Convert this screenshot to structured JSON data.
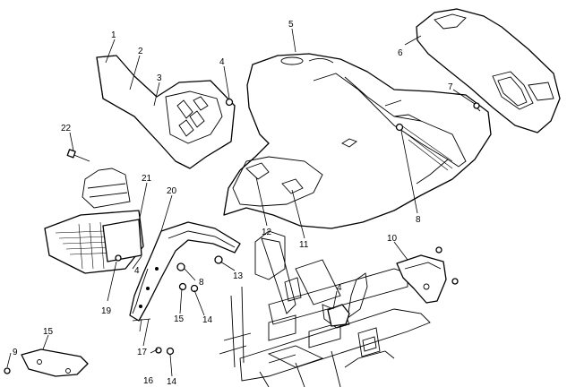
{
  "callouts": [
    {
      "id": "c1",
      "text": "1"
    },
    {
      "id": "c2",
      "text": "2"
    },
    {
      "id": "c3",
      "text": "3"
    },
    {
      "id": "c4a",
      "text": "4"
    },
    {
      "id": "c5",
      "text": "5"
    },
    {
      "id": "c6",
      "text": "6"
    },
    {
      "id": "c7",
      "text": "7"
    },
    {
      "id": "c22",
      "text": "22"
    },
    {
      "id": "c21",
      "text": "21"
    },
    {
      "id": "c20",
      "text": "20"
    },
    {
      "id": "c12",
      "text": "12"
    },
    {
      "id": "c11",
      "text": "11"
    },
    {
      "id": "c8a",
      "text": "8"
    },
    {
      "id": "c10",
      "text": "10"
    },
    {
      "id": "c4b",
      "text": "4"
    },
    {
      "id": "c13",
      "text": "13"
    },
    {
      "id": "c8b",
      "text": "8"
    },
    {
      "id": "c19",
      "text": "19"
    },
    {
      "id": "c15a",
      "text": "15"
    },
    {
      "id": "c14a",
      "text": "14"
    },
    {
      "id": "c4c",
      "text": "4"
    },
    {
      "id": "c17",
      "text": "17"
    },
    {
      "id": "c15b",
      "text": "15"
    },
    {
      "id": "c9",
      "text": "9"
    },
    {
      "id": "c16",
      "text": "16"
    },
    {
      "id": "c14b",
      "text": "14"
    }
  ]
}
